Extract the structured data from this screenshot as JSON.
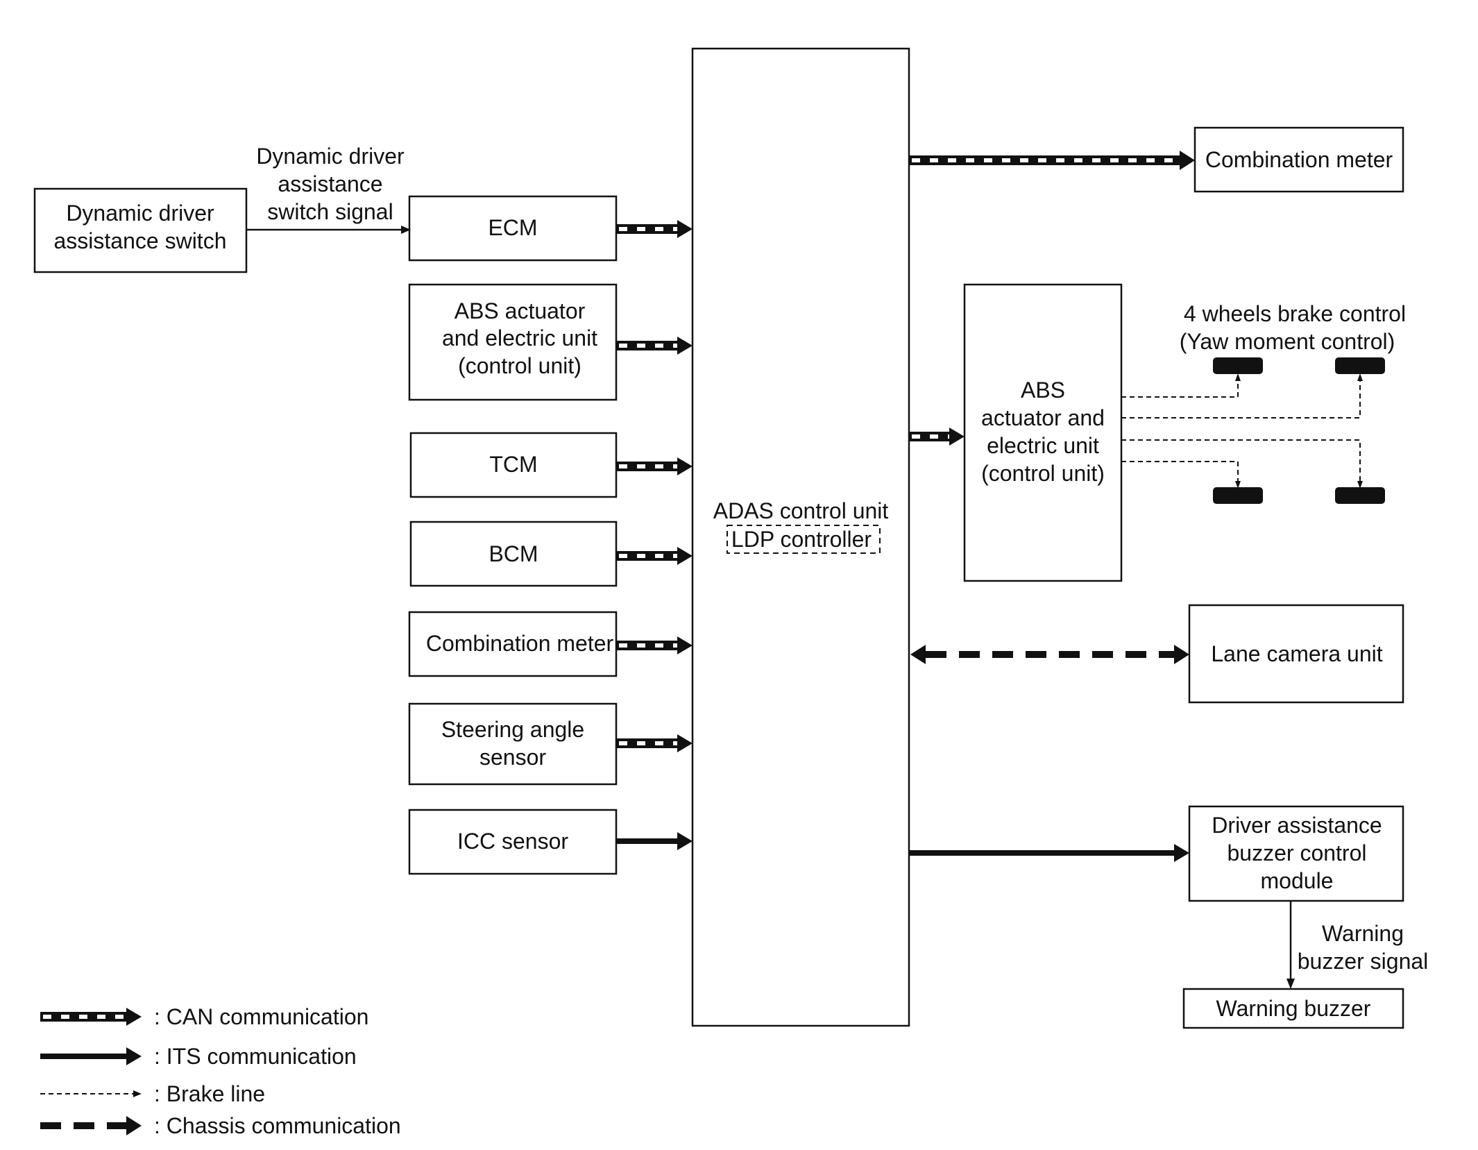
{
  "boxes": {
    "switch": [
      "Dynamic driver",
      "assistance switch"
    ],
    "ecm": [
      "ECM"
    ],
    "abs_left": [
      "ABS actuator",
      "and electric unit",
      "(control unit)"
    ],
    "tcm": [
      "TCM"
    ],
    "bcm": [
      "BCM"
    ],
    "combo_left": [
      "Combination meter"
    ],
    "steering": [
      "Steering angle",
      "sensor"
    ],
    "icc": [
      "ICC sensor"
    ],
    "adas_title": "ADAS control unit",
    "ldp": "LDP controller",
    "combo_right": [
      "Combination meter"
    ],
    "abs_right": [
      "ABS",
      "actuator and",
      "electric unit",
      "(control unit)"
    ],
    "lane_camera": [
      "Lane camera unit"
    ],
    "buzzer_module": [
      "Driver assistance",
      "buzzer control",
      "module"
    ],
    "warning_buzzer": [
      "Warning buzzer"
    ]
  },
  "labels": {
    "switch_signal": [
      "Dynamic driver",
      "assistance",
      "switch signal"
    ],
    "brake_control": [
      "4 wheels brake control",
      "(Yaw moment control)"
    ],
    "buzzer_signal": [
      "Warning",
      "buzzer signal"
    ]
  },
  "legend": [
    {
      "type": "can",
      "label": ": CAN communication"
    },
    {
      "type": "its",
      "label": ": ITS communication"
    },
    {
      "type": "brake",
      "label": ": Brake line"
    },
    {
      "type": "chassis",
      "label": ": Chassis communication"
    }
  ]
}
